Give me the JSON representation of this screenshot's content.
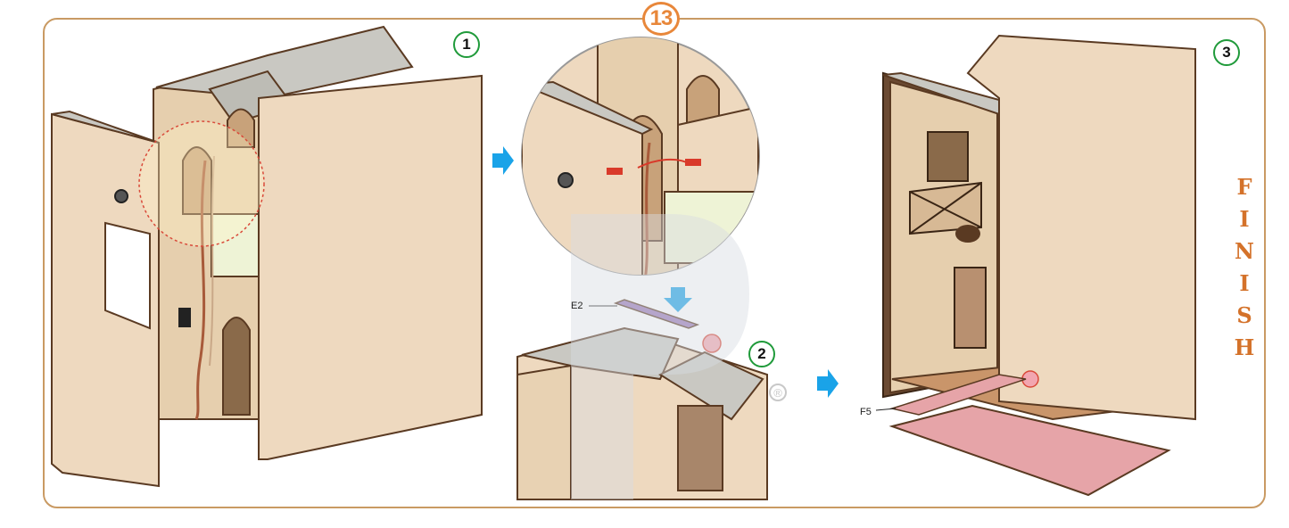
{
  "step_number": "13",
  "sub_steps": [
    "1",
    "2",
    "3"
  ],
  "finish_letters": [
    "F",
    "I",
    "N",
    "I",
    "S",
    "H"
  ],
  "part_labels": {
    "e2": "E2",
    "f5": "F5"
  },
  "registered_mark": "®",
  "colors": {
    "frame": "#c99a63",
    "step_badge": "#e8873a",
    "sub_badge": "#1f9a3a",
    "arrow": "#1aa3e8",
    "finish_text": "#d4722a",
    "wood": "#eed9bf",
    "wood_edge": "#5a3a22",
    "roof": "#c9c8c2",
    "panel_e2": "#9a79b8",
    "panel_f5": "#e6a4a8"
  }
}
